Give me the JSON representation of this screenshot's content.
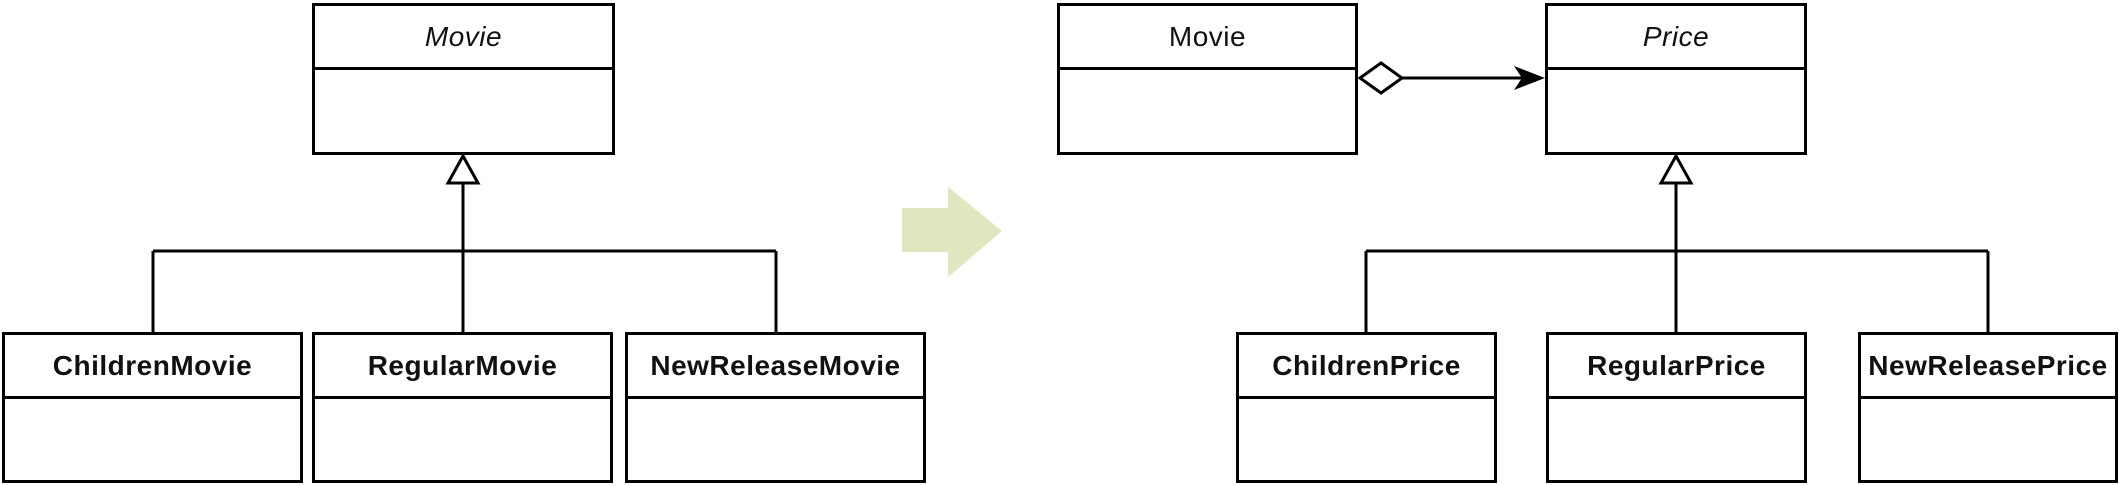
{
  "diagram_left": {
    "parent": {
      "name": "Movie",
      "abstract": true
    },
    "children": [
      {
        "name": "ChildrenMovie"
      },
      {
        "name": "RegularMovie"
      },
      {
        "name": "NewReleaseMovie"
      }
    ],
    "relation": "generalization"
  },
  "transform_arrow": {
    "meaning": "refactoring-transformation",
    "direction": "right",
    "color": "#dfe7bf"
  },
  "diagram_right": {
    "movie": {
      "name": "Movie",
      "abstract": false
    },
    "parent": {
      "name": "Price",
      "abstract": true
    },
    "children": [
      {
        "name": "ChildrenPrice"
      },
      {
        "name": "RegularPrice"
      },
      {
        "name": "NewReleasePrice"
      }
    ],
    "relations": {
      "movie_to_price": "aggregation",
      "price_children": "generalization"
    }
  },
  "colors": {
    "line": "#000000",
    "box_fill": "#ffffff",
    "background": "#ffffff"
  }
}
